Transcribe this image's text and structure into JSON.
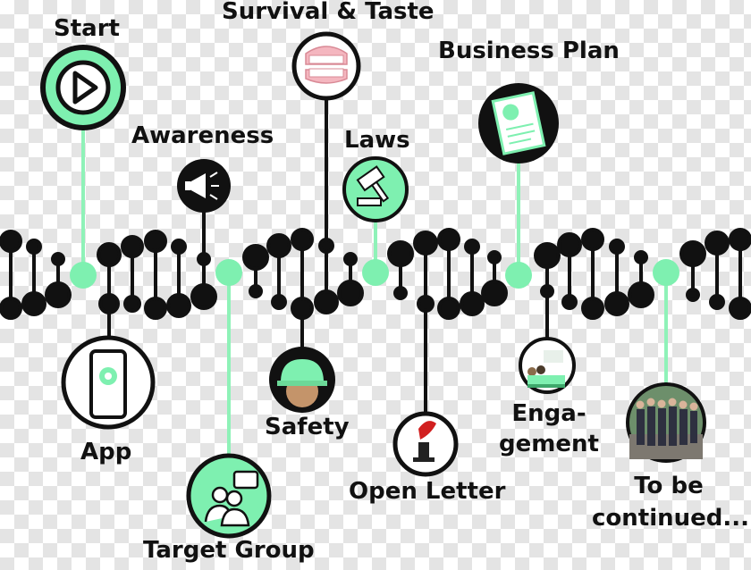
{
  "labels": {
    "start": "Start",
    "survival_taste": "Survival & Taste",
    "business_plan": "Business Plan",
    "awareness": "Awareness",
    "laws": "Laws",
    "app": "App",
    "safety": "Safety",
    "target_group": "Target Group",
    "open_letter": "Open Letter",
    "engagement_line1": "Enga-",
    "engagement_line2": "gement",
    "continued_line1": "To be",
    "continued_line2": "continued..."
  },
  "colors": {
    "dark": "#111111",
    "accent": "#7ef0b0",
    "accent_line": "#8ff2b8",
    "icon_fill": "#ffffff"
  }
}
